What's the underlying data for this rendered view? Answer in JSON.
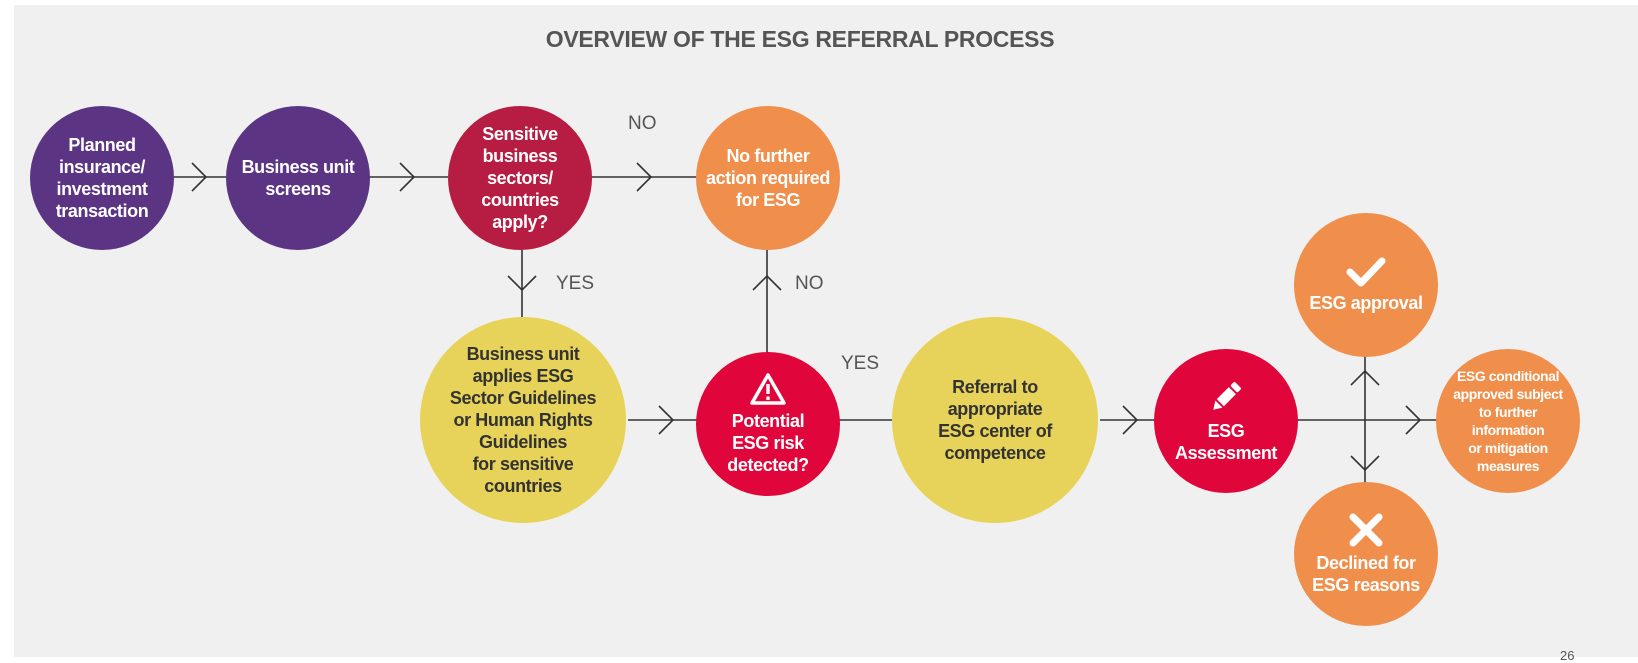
{
  "title": "OVERVIEW OF THE ESG REFERRAL PROCESS",
  "colors": {
    "purple": "#5b3583",
    "crimson": "#b71c42",
    "orange": "#f08e4b",
    "yellow": "#e8d35a",
    "red": "#e0063c",
    "line": "#333333",
    "background": "#f0f0f0"
  },
  "nodes": {
    "planned": {
      "label": "Planned\ninsurance/\ninvestment\ntransaction"
    },
    "screens": {
      "label": "Business unit\nscreens"
    },
    "sensitive": {
      "label": "Sensitive\nbusiness\nsectors/\ncountries\napply?"
    },
    "no_action": {
      "label": "No further\naction required\nfor ESG"
    },
    "guidelines": {
      "label": "Business unit\napplies ESG\nSector Guidelines\nor Human Rights\nGuidelines\nfor sensitive\ncountries"
    },
    "risk": {
      "label": "Potential\nESG risk\ndetected?",
      "icon": "warning-icon"
    },
    "referral": {
      "label": "Referral to\nappropriate\nESG center of\ncompetence"
    },
    "assessment": {
      "label": "ESG\nAssessment",
      "icon": "pencil-icon"
    },
    "approval": {
      "label": "ESG approval",
      "icon": "checkmark-icon"
    },
    "conditional": {
      "label": "ESG conditional\napproved subject\nto further\ninformation\nor mitigation\nmeasures"
    },
    "declined": {
      "label": "Declined for\nESG reasons",
      "icon": "cross-icon"
    }
  },
  "edge_labels": {
    "sensitive_no": "NO",
    "sensitive_yes": "YES",
    "risk_no": "NO",
    "risk_yes": "YES"
  },
  "page_number": "26"
}
